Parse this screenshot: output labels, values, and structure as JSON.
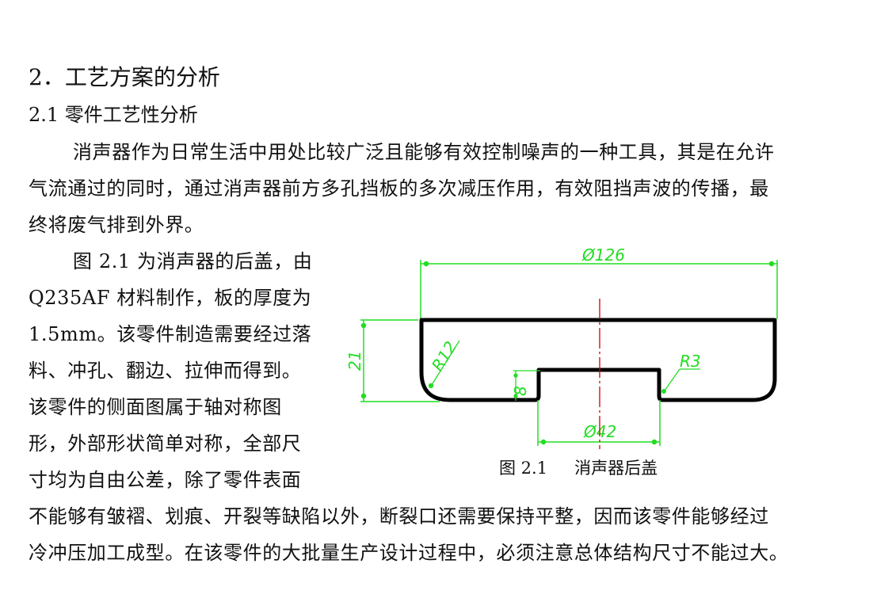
{
  "heading": {
    "section": "2．工艺方案的分析",
    "subsection": "2.1  零件工艺性分析"
  },
  "paragraph1": {
    "lines": [
      "消声器作为日常生活中用处比较广泛且能够有效控制噪声的一种工具，其是在允许",
      "气流通过的同时，通过消声器前方多孔挡板的多次减压作用，有效阻挡声波的传播，最",
      "终将废气排到外界。"
    ]
  },
  "paragraph2": {
    "lines_wrapped": [
      "图 2.1 为消声器的后盖，由",
      "Q235AF 材料制作，板的厚度为",
      "1.5mm。该零件制造需要经过落",
      "料、冲孔、翻边、拉伸而得到。",
      "该零件的侧面图属于轴对称图",
      "形，外部形状简单对称，全部尺",
      "寸均为自由公差，除了零件表面"
    ],
    "lines_full": [
      "不能够有皱褶、划痕、开裂等缺陷以外，断裂口还需要保持平整，因而该零件能够经过",
      "冷冲压加工成型。在该零件的大批量生产设计过程中，必须注意总体结构尺寸不能过大。"
    ]
  },
  "figure": {
    "caption_number": "图 2.1",
    "caption_title": "消声器后盖",
    "dimensions": {
      "outer_diameter": "Ø126",
      "inner_diameter": "Ø42",
      "height": "21",
      "boss_height": "8",
      "outer_radius": "R12",
      "inner_radius": "R3"
    },
    "colors": {
      "outline": "#000000",
      "dimension": "#22dd22",
      "centerline": "#cc0000"
    }
  }
}
